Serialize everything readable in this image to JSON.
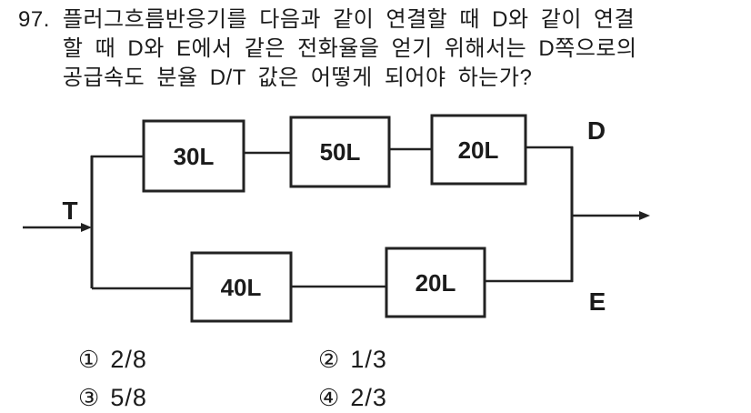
{
  "question": {
    "number": "97.",
    "lines": [
      "플러그흐름반응기를 다음과 같이 연결할 때 D와 같이 연결",
      "할 때 D와 E에서 같은 전화율을 얻기 위해서는 D쪽으로의",
      "공급속도 분율 D/T 값은 어떻게 되어야 하는가?"
    ]
  },
  "diagram": {
    "feed_label": "T",
    "top_outlet_label": "D",
    "bottom_outlet_label": "E",
    "top_reactors": [
      "30L",
      "50L",
      "20L"
    ],
    "bottom_reactors": [
      "40L",
      "20L"
    ],
    "ink_color": "#222222"
  },
  "choices": [
    {
      "marker": "①",
      "label": "2/8"
    },
    {
      "marker": "②",
      "label": "1/3"
    },
    {
      "marker": "③",
      "label": "5/8"
    },
    {
      "marker": "④",
      "label": "2/3"
    }
  ]
}
